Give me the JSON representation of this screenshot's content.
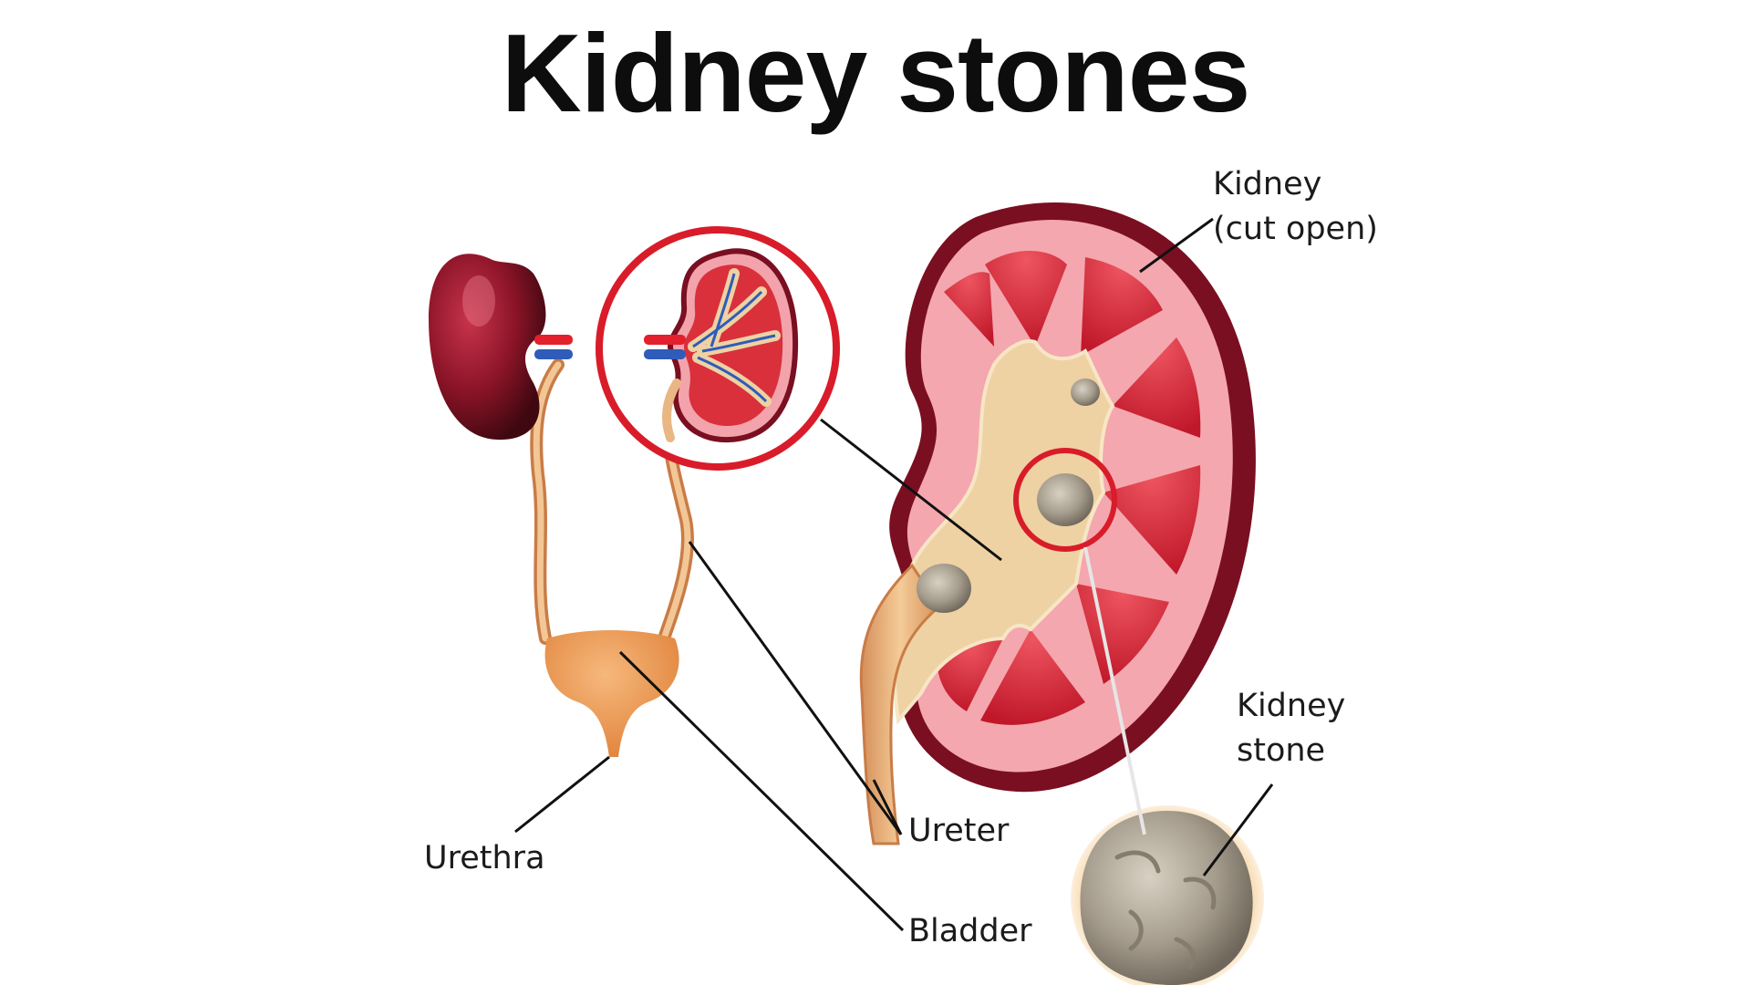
{
  "title": "Kidney stones",
  "labels": {
    "kidney_cut_open": [
      "Kidney",
      "(cut open)"
    ],
    "kidney_stone": [
      "Kidney",
      "stone"
    ],
    "ureter": "Ureter",
    "urethra": "Urethra",
    "bladder": "Bladder"
  },
  "colors": {
    "highlight_ring": "#d91c2a",
    "kidney_outer": "#7a0f22",
    "kidney_cortex": "#f4a7ae",
    "medulla": "#d9303c",
    "pelvis": "#eed2a4",
    "ureter": "#e9b784",
    "bladder": "#e98e43",
    "artery": "#e3202b",
    "vein": "#2f5cb8",
    "stone": "#a9a092"
  }
}
